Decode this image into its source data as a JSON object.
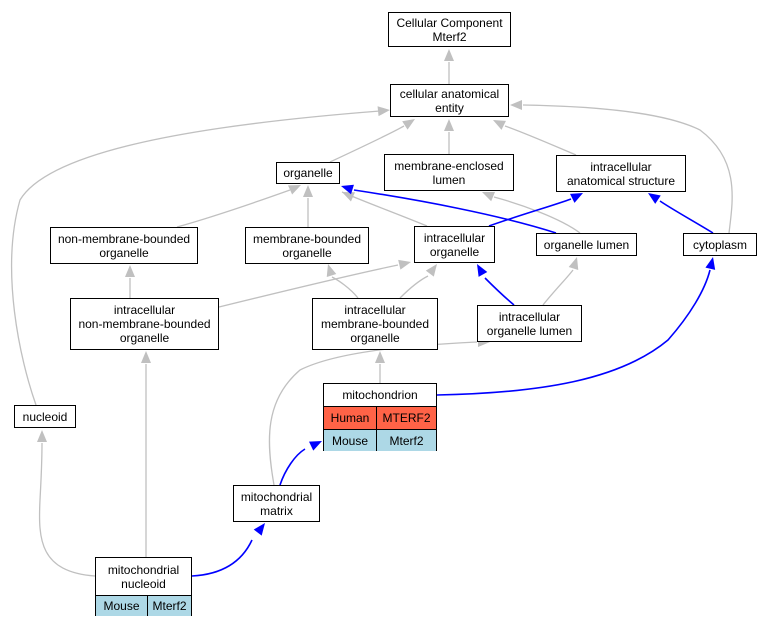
{
  "nodes": {
    "cellular_component": {
      "line1": "Cellular Component",
      "line2": "Mterf2"
    },
    "cellular_anatomical_entity": {
      "line1": "cellular anatomical",
      "line2": "entity"
    },
    "organelle": {
      "line1": "organelle",
      "line2": ""
    },
    "membrane_enclosed_lumen": {
      "line1": "membrane-enclosed",
      "line2": "lumen"
    },
    "intracellular_anatomical_structure": {
      "line1": "intracellular",
      "line2": "anatomical structure"
    },
    "non_membrane_bounded_organelle": {
      "line1": "non-membrane-bounded",
      "line2": "organelle"
    },
    "membrane_bounded_organelle": {
      "line1": "membrane-bounded",
      "line2": "organelle"
    },
    "intracellular_organelle": {
      "line1": "intracellular",
      "line2": "organelle"
    },
    "organelle_lumen": {
      "line1": "organelle lumen",
      "line2": ""
    },
    "cytoplasm": {
      "line1": "cytoplasm",
      "line2": ""
    },
    "intracellular_non_membrane_bounded_organelle": {
      "line1": "intracellular",
      "line2": "non-membrane-bounded",
      "line3": "organelle"
    },
    "intracellular_membrane_bounded_organelle": {
      "line1": "intracellular",
      "line2": "membrane-bounded",
      "line3": "organelle"
    },
    "intracellular_organelle_lumen": {
      "line1": "intracellular",
      "line2": "organelle lumen"
    },
    "nucleoid": {
      "line1": "nucleoid",
      "line2": ""
    },
    "mitochondrion": {
      "title": "mitochondrion",
      "rows": [
        {
          "species": "Human",
          "gene": "MTERF2",
          "color": "#ff6347"
        },
        {
          "species": "Mouse",
          "gene": "Mterf2",
          "color": "#add8e6"
        }
      ]
    },
    "mitochondrial_matrix": {
      "line1": "mitochondrial",
      "line2": "matrix"
    },
    "mitochondrial_nucleoid": {
      "line1": "mitochondrial",
      "line2": "nucleoid",
      "rows": [
        {
          "species": "Mouse",
          "gene": "Mterf2",
          "color": "#add8e6"
        }
      ]
    }
  },
  "edges": [
    {
      "from": "cellular_anatomical_entity",
      "to": "cellular_component",
      "kind": "is_a"
    },
    {
      "from": "organelle",
      "to": "cellular_anatomical_entity",
      "kind": "is_a"
    },
    {
      "from": "membrane_enclosed_lumen",
      "to": "cellular_anatomical_entity",
      "kind": "is_a"
    },
    {
      "from": "intracellular_anatomical_structure",
      "to": "cellular_anatomical_entity",
      "kind": "is_a"
    },
    {
      "from": "cytoplasm",
      "to": "cellular_anatomical_entity",
      "kind": "is_a"
    },
    {
      "from": "nucleoid",
      "to": "cellular_anatomical_entity",
      "kind": "is_a"
    },
    {
      "from": "non_membrane_bounded_organelle",
      "to": "organelle",
      "kind": "is_a"
    },
    {
      "from": "membrane_bounded_organelle",
      "to": "organelle",
      "kind": "is_a"
    },
    {
      "from": "intracellular_organelle",
      "to": "organelle",
      "kind": "is_a"
    },
    {
      "from": "organelle_lumen",
      "to": "organelle",
      "kind": "part_of"
    },
    {
      "from": "organelle_lumen",
      "to": "membrane_enclosed_lumen",
      "kind": "is_a"
    },
    {
      "from": "intracellular_organelle",
      "to": "intracellular_anatomical_structure",
      "kind": "part_of"
    },
    {
      "from": "cytoplasm",
      "to": "intracellular_anatomical_structure",
      "kind": "part_of"
    },
    {
      "from": "intracellular_non_membrane_bounded_organelle",
      "to": "non_membrane_bounded_organelle",
      "kind": "is_a"
    },
    {
      "from": "intracellular_non_membrane_bounded_organelle",
      "to": "intracellular_organelle",
      "kind": "is_a"
    },
    {
      "from": "intracellular_membrane_bounded_organelle",
      "to": "membrane_bounded_organelle",
      "kind": "is_a"
    },
    {
      "from": "intracellular_membrane_bounded_organelle",
      "to": "intracellular_organelle",
      "kind": "is_a"
    },
    {
      "from": "intracellular_organelle_lumen",
      "to": "intracellular_organelle",
      "kind": "part_of"
    },
    {
      "from": "intracellular_organelle_lumen",
      "to": "organelle_lumen",
      "kind": "is_a"
    },
    {
      "from": "mitochondrion",
      "to": "intracellular_membrane_bounded_organelle",
      "kind": "is_a"
    },
    {
      "from": "mitochondrion",
      "to": "cytoplasm",
      "kind": "part_of"
    },
    {
      "from": "mitochondrial_matrix",
      "to": "intracellular_organelle_lumen",
      "kind": "is_a"
    },
    {
      "from": "mitochondrial_matrix",
      "to": "mitochondrion",
      "kind": "part_of"
    },
    {
      "from": "mitochondrial_nucleoid",
      "to": "nucleoid",
      "kind": "is_a"
    },
    {
      "from": "mitochondrial_nucleoid",
      "to": "intracellular_non_membrane_bounded_organelle",
      "kind": "is_a"
    },
    {
      "from": "mitochondrial_nucleoid",
      "to": "mitochondrial_matrix",
      "kind": "part_of"
    }
  ],
  "edge_colors": {
    "is_a": "#c0c0c0",
    "part_of": "#0000ff"
  }
}
